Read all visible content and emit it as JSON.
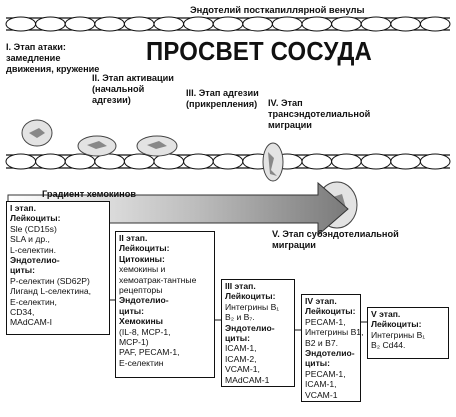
{
  "vessel_title": "Эндотелий посткапиллярной венулы",
  "lumen_title": "ПРОСВЕТ СОСУДА",
  "stage_labels": {
    "s1": [
      "I. Этап атаки:",
      "замедление",
      "движения, кружение"
    ],
    "s2": [
      "II. Этап  активации",
      "(начальной",
      "адгезии)"
    ],
    "s3": [
      "III. Этап адгезии",
      "(прикрепления)"
    ],
    "s4": [
      "IV. Этап",
      "трансэндотелиальной",
      "миграции"
    ],
    "s5": [
      "V. Этап субэндотелиальной",
      "миграции"
    ]
  },
  "gradient_label": "Градиент хемокинов",
  "boxes": {
    "b1": [
      {
        "t": "I этап.",
        "h": true
      },
      {
        "t": "Лейкоциты:",
        "h": true
      },
      {
        "t": "Sle (CD15s)",
        "h": false
      },
      {
        "t": "SLA и др.,",
        "h": false
      },
      {
        "t": "L-селектин.",
        "h": false
      },
      {
        "t": "Эндотелио-",
        "h": true
      },
      {
        "t": "циты:",
        "h": true
      },
      {
        "t": "P-селектин (SD62P)",
        "h": false
      },
      {
        "t": "Лиганд L-селектина,",
        "h": false
      },
      {
        "t": "E-селектин,",
        "h": false
      },
      {
        "t": "CD34,",
        "h": false
      },
      {
        "t": "MAdCAM-I",
        "h": false
      }
    ],
    "b2": [
      {
        "t": "II этап.",
        "h": true
      },
      {
        "t": "Лейкоциты:",
        "h": true
      },
      {
        "t": "Цитокины:",
        "h": true
      },
      {
        "t": "хемокины и",
        "h": false
      },
      {
        "t": "хемоатрак-тантные",
        "h": false
      },
      {
        "t": "рецепторы",
        "h": false
      },
      {
        "t": "Эндотелио-",
        "h": true
      },
      {
        "t": "циты:",
        "h": true
      },
      {
        "t": "Хемокины",
        "h": true
      },
      {
        "t": "(IL-8, MCP-1,",
        "h": false
      },
      {
        "t": "MCP-1)",
        "h": false
      },
      {
        "t": "PAF, PECAM-1,",
        "h": false
      },
      {
        "t": "E-селектин",
        "h": false
      }
    ],
    "b3": [
      {
        "t": "III этап.",
        "h": true
      },
      {
        "t": "Лейкоциты:",
        "h": true
      },
      {
        "t": "Интегрины В₁",
        "h": false
      },
      {
        "t": "В₂ и В₇.",
        "h": false
      },
      {
        "t": "Эндотелио-",
        "h": true
      },
      {
        "t": "циты:",
        "h": true
      },
      {
        "t": "ICAM-1,",
        "h": false
      },
      {
        "t": "ICAM-2,",
        "h": false
      },
      {
        "t": "VCAM-1,",
        "h": false
      },
      {
        "t": "MAdCAM-1",
        "h": false
      }
    ],
    "b4": [
      {
        "t": "IV этап.",
        "h": true
      },
      {
        "t": "Лейкоциты:",
        "h": true
      },
      {
        "t": "PECAM-1,",
        "h": false
      },
      {
        "t": "Интегрины B1,",
        "h": false
      },
      {
        "t": "B2 и B7.",
        "h": false
      },
      {
        "t": "Эндотелио-",
        "h": true
      },
      {
        "t": "циты:",
        "h": true
      },
      {
        "t": "PECAM-1,",
        "h": false
      },
      {
        "t": "ICAM-1,",
        "h": false
      },
      {
        "t": "VCAM-1",
        "h": false
      }
    ],
    "b5": [
      {
        "t": "V этап.",
        "h": true
      },
      {
        "t": "Лейкоциты:",
        "h": true
      },
      {
        "t": "Интегрины В₁",
        "h": false
      },
      {
        "t": "В₂ Cd44.",
        "h": false
      }
    ]
  }
}
